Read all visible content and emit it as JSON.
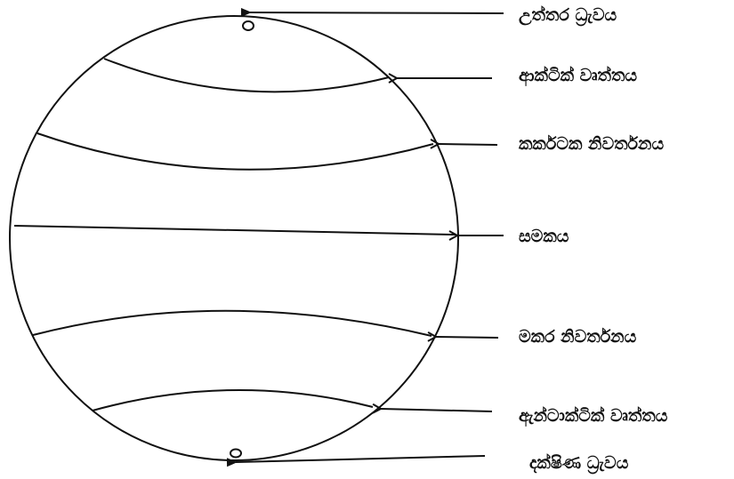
{
  "labels": {
    "north_pole": "උත්තර ධ්‍රැවය",
    "arctic_circle": "ආක්ටික් වෘත්තය",
    "tropic_of_cancer": "කර්කටක නිවර්තනය",
    "equator": "සමකය",
    "tropic_of_capricorn": "මකර නිවර්තනය",
    "antarctic_circle": "ඇන්ටාක්ටික් වෘත්තය",
    "south_pole": "දක්ෂිණ ධ්‍රැවය"
  },
  "colors": {
    "stroke": "#111111",
    "background": "#ffffff"
  }
}
